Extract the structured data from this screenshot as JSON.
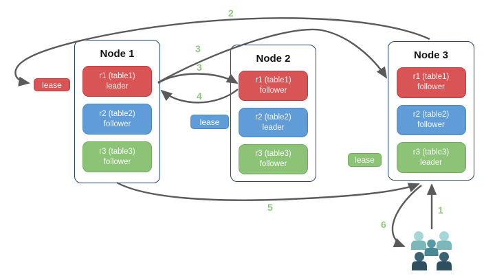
{
  "nodes": [
    {
      "title": "Node 1",
      "replicas": [
        {
          "name": "r1 (table1)",
          "role": "leader",
          "color": "red"
        },
        {
          "name": "r2 (table2)",
          "role": "follower",
          "color": "blue"
        },
        {
          "name": "r3 (table3)",
          "role": "follower",
          "color": "green"
        }
      ]
    },
    {
      "title": "Node 2",
      "replicas": [
        {
          "name": "r1 (table1)",
          "role": "follower",
          "color": "red"
        },
        {
          "name": "r2 (table2)",
          "role": "leader",
          "color": "blue"
        },
        {
          "name": "r3 (table3)",
          "role": "follower",
          "color": "green"
        }
      ]
    },
    {
      "title": "Node 3",
      "replicas": [
        {
          "name": "r1 (table1)",
          "role": "follower",
          "color": "red"
        },
        {
          "name": "r2 (table2)",
          "role": "follower",
          "color": "blue"
        },
        {
          "name": "r3 (table3)",
          "role": "leader",
          "color": "green"
        }
      ]
    }
  ],
  "leases": [
    {
      "label": "lease",
      "color": "red"
    },
    {
      "label": "lease",
      "color": "blue"
    },
    {
      "label": "lease",
      "color": "green"
    }
  ],
  "steps": [
    {
      "label": "1"
    },
    {
      "label": "2"
    },
    {
      "label": "3"
    },
    {
      "label": "3"
    },
    {
      "label": "4"
    },
    {
      "label": "5"
    },
    {
      "label": "6"
    }
  ],
  "icons": {
    "users": "users-group-icon"
  },
  "colors": {
    "replica_red": "#d95454",
    "replica_blue": "#5f9cd8",
    "replica_green": "#8cc377",
    "node_border": "#24426b",
    "arrow": "#595a5c",
    "step_label": "#8cc97a",
    "users_light": "#a7d6d8",
    "users_mid": "#579aa7",
    "users_dark": "#2d4f60"
  }
}
